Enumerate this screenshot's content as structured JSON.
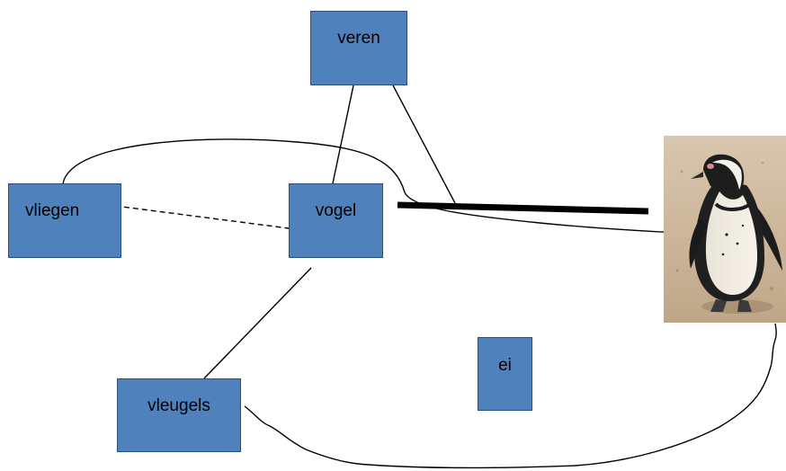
{
  "nodes": {
    "veren": "veren",
    "vliegen": "vliegen",
    "vogel": "vogel",
    "vleugels": "vleugels",
    "ei": "ei"
  },
  "colors": {
    "node_fill": "#4f81bd",
    "node_border": "#2b4f7b",
    "line": "#000000"
  },
  "edges": [
    {
      "from": "vogel",
      "to": "veren",
      "style": "solid"
    },
    {
      "from": "veren",
      "to": "penguin-photo",
      "style": "solid"
    },
    {
      "from": "vliegen",
      "to": "vogel",
      "style": "dashed"
    },
    {
      "from": "vogel",
      "to": "vleugels",
      "style": "solid"
    },
    {
      "from": "vogel",
      "to": "penguin-photo",
      "style": "thick"
    },
    {
      "from": "vliegen",
      "to": "penguin-photo",
      "style": "curved"
    },
    {
      "from": "vleugels",
      "to": "penguin-photo",
      "style": "freehand"
    }
  ],
  "image": {
    "subject": "penguin-photo"
  }
}
